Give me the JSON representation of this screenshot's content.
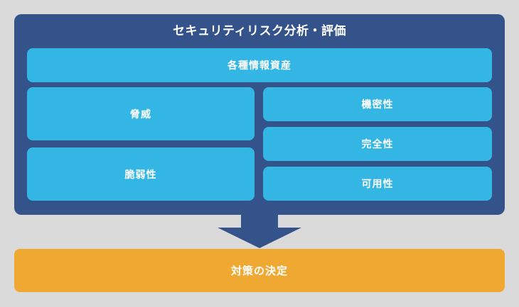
{
  "diagram": {
    "background_color": "#dadada",
    "panel": {
      "title": "セキュリティリスク分析・評価",
      "color": "#34538a",
      "asset_box": {
        "label": "各種情報資産",
        "color": "#34b6e4"
      },
      "left_column": [
        {
          "label": "脅威",
          "color": "#34b6e4"
        },
        {
          "label": "脆弱性",
          "color": "#34b6e4"
        }
      ],
      "right_column": [
        {
          "label": "機密性",
          "color": "#34b6e4"
        },
        {
          "label": "完全性",
          "color": "#34b6e4"
        },
        {
          "label": "可用性",
          "color": "#34b6e4"
        }
      ]
    },
    "arrow": {
      "icon": "arrow-down-icon",
      "direction": "down",
      "color": "#34538a"
    },
    "outcome": {
      "label": "対策の決定",
      "color": "#efa932"
    }
  }
}
